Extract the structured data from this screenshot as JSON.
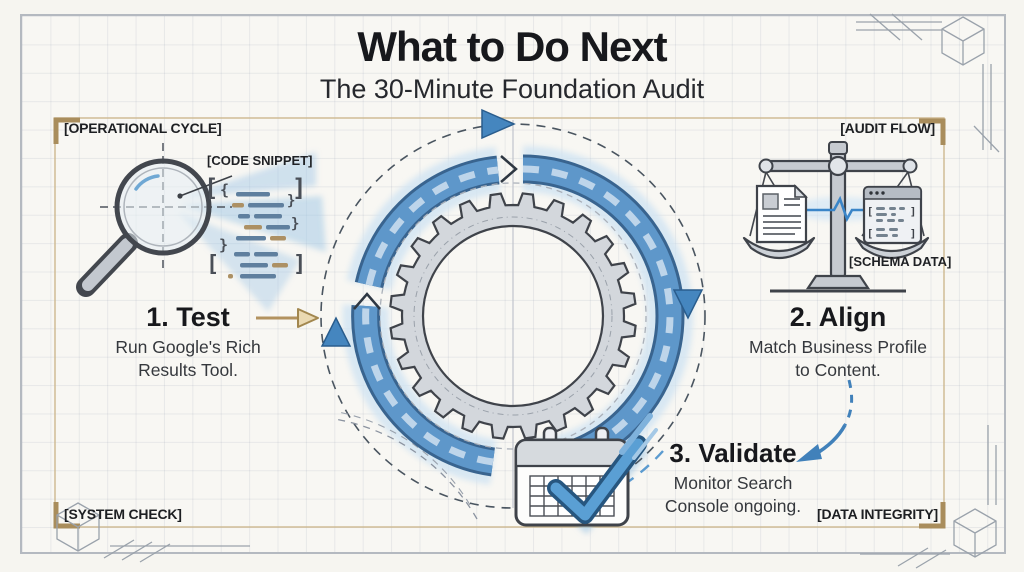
{
  "title": {
    "heading": "What to Do Next",
    "subheading": "The 30-Minute Foundation Audit"
  },
  "corners": {
    "top_left": "[OPERATIONAL CYCLE]",
    "top_right": "[AUDIT FLOW]",
    "bottom_left": "[SYSTEM CHECK]",
    "bottom_right": "[DATA INTEGRITY]"
  },
  "steps": [
    {
      "label": "1. Test",
      "line1": "Run Google's Rich",
      "line2": "Results Tool."
    },
    {
      "label": "2. Align",
      "line1": "Match Business Profile",
      "line2": "to Content."
    },
    {
      "label": "3. Validate",
      "line1": "Monitor Search",
      "line2": "Console ongoing."
    }
  ],
  "callouts": {
    "code_snippet": "[CODE SNIPPET]",
    "schema_data": "[SCHEMA DATA]"
  },
  "code_tokens": [
    "[",
    "{",
    "}",
    "}",
    "}",
    "[",
    "]",
    "]"
  ],
  "schema_tokens": [
    "[",
    "]",
    "[",
    "]"
  ],
  "icons": [
    "magnifier-icon",
    "code-snippet-icon",
    "cycle-gear-icon",
    "calendar-check-icon",
    "balance-scale-icon",
    "document-icon",
    "schema-window-icon",
    "arrow-right-icon",
    "curved-arrow-icon",
    "cube-ornament-icon"
  ],
  "colors": {
    "accent_blue": "#4e8ac2",
    "accent_blue_dark": "#2e5f8e",
    "accent_tan": "#b2925f",
    "paper": "#f6f5f0",
    "ink": "#1d1f24",
    "gear_gray": "#d3d7dc"
  }
}
